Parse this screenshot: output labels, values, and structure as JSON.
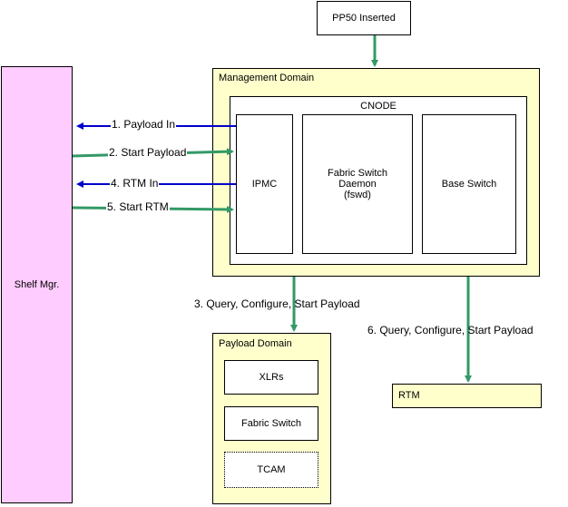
{
  "top_box": {
    "label": "PP50 Inserted"
  },
  "shelf": {
    "label": "Shelf Mgr."
  },
  "management": {
    "title": "Management Domain",
    "cnode": "CNODE",
    "ipmc": "IPMC",
    "fswd": "Fabric Switch\nDaemon\n(fswd)",
    "base_switch": "Base Switch"
  },
  "arrows": {
    "payload_in": "1. Payload In",
    "start_payload": "2. Start Payload",
    "query3": "3. Query, Configure, Start Payload",
    "rtm_in": "4. RTM In",
    "start_rtm": "5. Start RTM",
    "query6": "6. Query, Configure, Start Payload"
  },
  "payload": {
    "title": "Payload Domain",
    "xlrs": "XLRs",
    "fabric_switch": "Fabric Switch",
    "tcam": "TCAM"
  },
  "rtm": {
    "label": "RTM"
  },
  "colors": {
    "yellow": "#ffffcc",
    "pink": "#ffccff",
    "green": "#339966",
    "blue": "#0000cc"
  }
}
